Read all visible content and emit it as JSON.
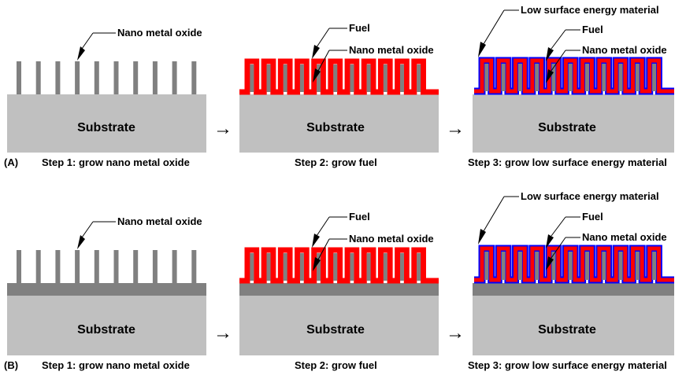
{
  "substrate_label": "Substrate",
  "row_a": {
    "tag": "(A)",
    "step1": "Step 1: grow nano metal oxide",
    "step2": "Step 2: grow fuel",
    "step3": "Step 3: grow low surface energy material"
  },
  "row_b": {
    "tag": "(B)",
    "step1": "Step 1: grow nano metal oxide",
    "step2": "Step 2: grow fuel",
    "step3": "Step 3: grow low surface energy material"
  },
  "labels": {
    "nano_metal_oxide": "Nano metal oxide",
    "fuel": "Fuel",
    "low_surface_energy": "Low surface energy material"
  },
  "arrow_glyph": "→",
  "colors": {
    "substrate": "#c0c0c0",
    "oxide": "#808080",
    "fuel": "#ff0000",
    "low_surface_energy": "#0000ff"
  }
}
